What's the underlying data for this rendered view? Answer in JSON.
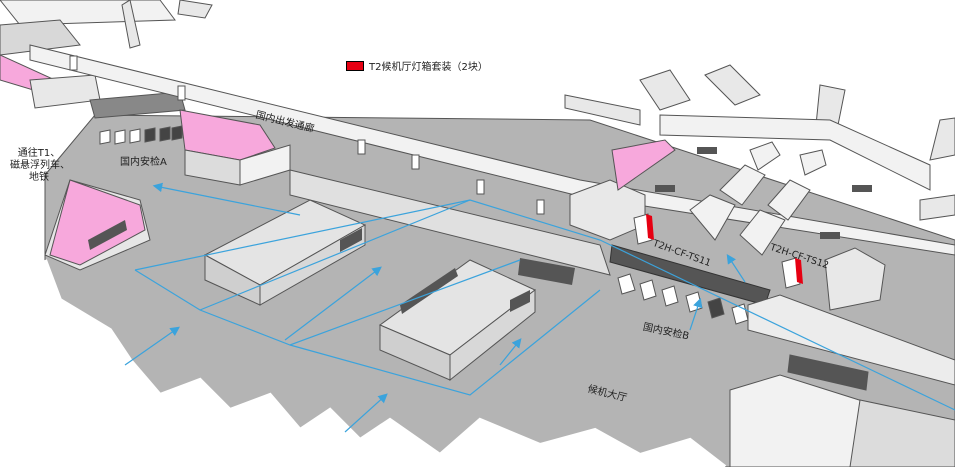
{
  "legend": {
    "swatch_color": "#e60012",
    "label": "T2候机厅灯箱套装（2块）"
  },
  "labels": {
    "domestic_departure_corridor": "国内出发通廊",
    "domestic_security_a": "国内安检A",
    "domestic_security_b": "国内安检B",
    "waiting_hall": "候机大厅",
    "lightbox_ts11": "T2H-CF-TS11",
    "lightbox_ts12": "T2H-CF-TS12",
    "to_t1_line1": "通往T1、",
    "to_t1_line2": "磁悬浮列车、",
    "to_t1_line3": "地铁"
  },
  "colors": {
    "floor": "#b4b4b4",
    "wall": "#f2f2f2",
    "wall_edge": "#555555",
    "pink_zone": "#f7a8dc",
    "dark_panel": "#555555",
    "flow_arrow": "#3ba3dc",
    "lightbox_red": "#e60012"
  }
}
